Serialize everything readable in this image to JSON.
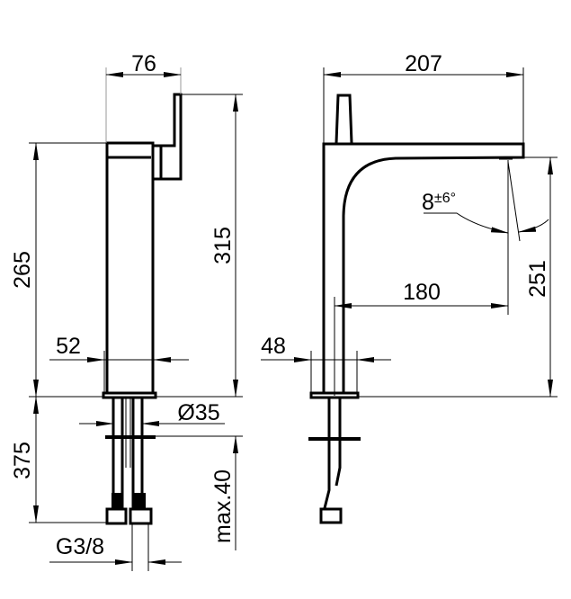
{
  "dimensions": {
    "width_front": "76",
    "height_body": "265",
    "height_total": "315",
    "base_width": "52",
    "hole_diameter": "Ø35",
    "hose_length": "375",
    "max_thickness": "max.40",
    "connection": "G3/8",
    "width_side": "207",
    "spout_height": "251",
    "spout_reach": "180",
    "base_side": "48",
    "angle": "8",
    "angle_tolerance": "±6°"
  }
}
